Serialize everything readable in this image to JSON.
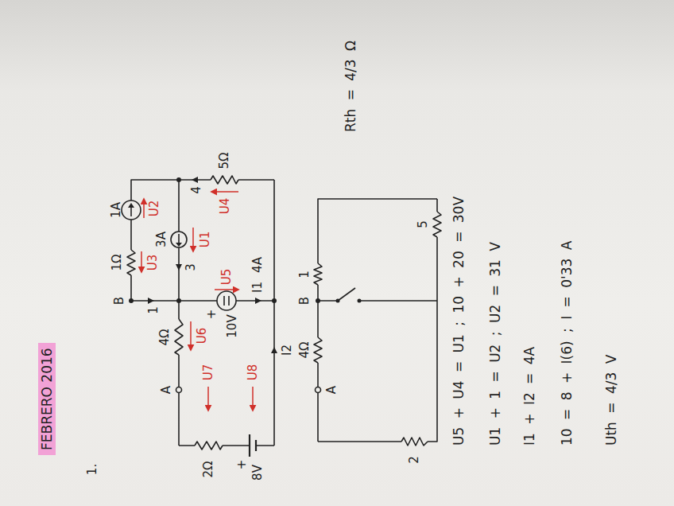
{
  "diagram": {
    "title": "FEBRERO 2016",
    "labels": [
      "1.",
      "1Ω",
      "1A",
      "B",
      "U2",
      "1",
      "U3",
      "3A",
      "A",
      "4Ω",
      "4",
      "3",
      "U6",
      "U1",
      "2Ω",
      "U7",
      "+",
      "+",
      "10V",
      "U5",
      "U4",
      "5Ω",
      "8V",
      "U8",
      "I1",
      "4A",
      "I2",
      "4Ω",
      "B",
      "1",
      "A",
      "Rth = 4/3 Ω",
      "2",
      "5",
      "U5 + U4 = U1 ; 10 + 20 = 30V",
      "U1 + 1 = U2 ; U2 = 31 V",
      "I1 + I2 = 4A",
      "10 = 8 + I(6) ; I = 0'33 A",
      "Uth = 4/3 V"
    ]
  }
}
